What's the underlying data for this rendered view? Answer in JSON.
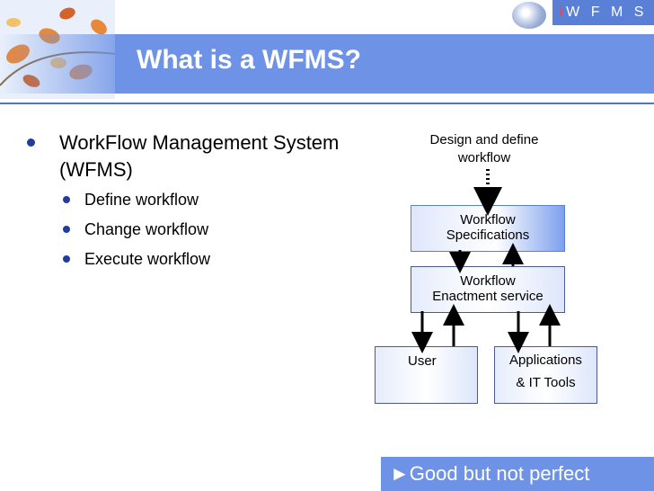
{
  "brand": {
    "prefix": "i",
    "rest": "W F M S"
  },
  "slide": {
    "title": "What is a WFMS?",
    "bullets": [
      {
        "text": "WorkFlow Management System (WFMS)"
      }
    ],
    "sub_bullets": [
      "Define workflow",
      "Change workflow",
      "Execute workflow"
    ]
  },
  "diagram": {
    "design_label": "Design and define workflow",
    "spec": [
      "Workflow",
      "Specifications"
    ],
    "enactment": [
      "Workflow",
      "Enactment service"
    ],
    "user": "User",
    "apps": [
      "Applications",
      "& IT Tools"
    ]
  },
  "callout": "►Good but not perfect",
  "colors": {
    "accent": "#6e93e6",
    "bullet": "#1f3d9a",
    "brand_i": "#ff3b3b"
  }
}
